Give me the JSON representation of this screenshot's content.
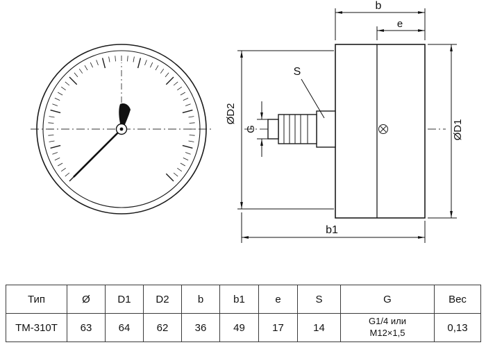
{
  "drawing": {
    "labels": {
      "b": "b",
      "e": "e",
      "b1": "b1",
      "d1": "ØD1",
      "d2": "ØD2",
      "g": "G",
      "s": "S"
    }
  },
  "table": {
    "headers": [
      "Тип",
      "Ø",
      "D1",
      "D2",
      "b",
      "b1",
      "e",
      "S",
      "G",
      "Вес"
    ],
    "row": [
      "ТМ-310Т",
      "63",
      "64",
      "62",
      "36",
      "49",
      "17",
      "14",
      "G1/4 или\nМ12×1,5",
      "0,13"
    ]
  }
}
